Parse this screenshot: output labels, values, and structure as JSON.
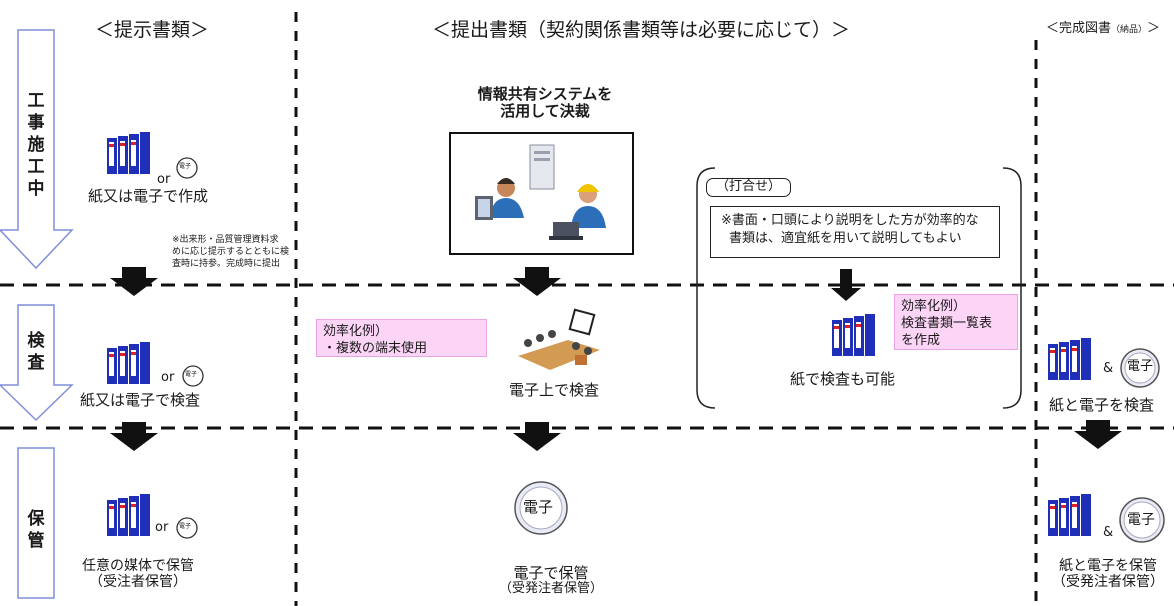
{
  "columns": {
    "presented": "＜提示書類＞",
    "submitted": "＜提出書類（契約関係書類等は必要に応じて）＞",
    "completion": "＜完成図書",
    "completion_small": "（納品）",
    "completion_end": "＞"
  },
  "stages": {
    "construction": "工事施工中",
    "inspection": "検査",
    "storage": "保管"
  },
  "icons": {
    "disc_label": "電子"
  },
  "construction": {
    "or": "or",
    "create": "紙又は電子で作成",
    "note_lines": [
      "※出来形・品質管理資料求",
      "めに応じ提示するとともに検",
      "査時に持参。完成時に提出"
    ],
    "system_lines": [
      "情報共有システムを",
      "活用して決裁"
    ]
  },
  "meeting": {
    "title": "（打合せ）",
    "note_line1": "※書面・口頭により説明をした方が効率的な",
    "note_line2": "書類は、適宜紙を用いて説明してもよい"
  },
  "inspection": {
    "or": "or",
    "paper_or_elec": "紙又は電子で検査",
    "efficiency1_line1": "効率化例）",
    "efficiency1_line2": "・複数の端末使用",
    "on_electronic": "電子上で検査",
    "efficiency2_line1": "効率化例）",
    "efficiency2_line2": "検査書類一覧表",
    "efficiency2_line3": "を作成",
    "paper_possible": "紙で検査も可能",
    "amp": "&",
    "paper_and_elec": "紙と電子を検査"
  },
  "storage": {
    "or": "or",
    "any_media": "任意の媒体で保管",
    "any_media_sub": "（受注者保管）",
    "elec_store": "電子で保管",
    "elec_store_sub": "（受発注者保管）",
    "amp": "&",
    "paper_and_elec_store": "紙と電子を保管",
    "paper_and_elec_store_sub": "（受発注者保管）"
  },
  "colors": {
    "binder_blue": "#1f2fb8",
    "pink_box": "#fbd4f6",
    "arrow_fill": "#ffffff",
    "arrow_stroke": "#7f8fd8",
    "dark_arrow": "#111111"
  }
}
